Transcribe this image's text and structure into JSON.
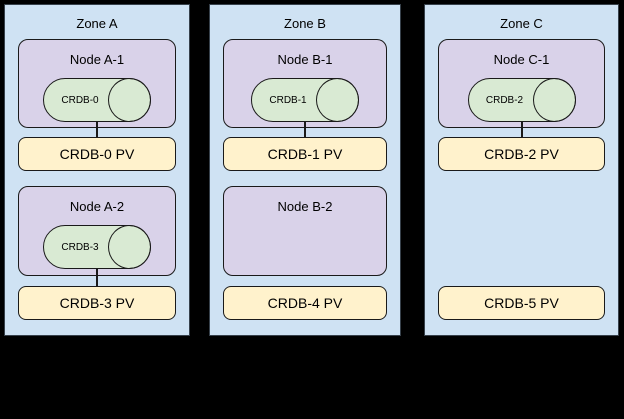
{
  "diagram": {
    "background_color": "#000000",
    "zone_fill": "#cfe2f3",
    "node_fill": "#d9d2e9",
    "pod_fill": "#d9ead3",
    "pv_fill": "#fff2cc",
    "border_color": "#1a1a1a"
  },
  "zones": [
    {
      "title": "Zone A",
      "nodes": [
        {
          "title": "Node A-1",
          "pod": "CRDB-0"
        },
        {
          "title": "Node A-2",
          "pod": "CRDB-3"
        }
      ],
      "pvs": [
        {
          "label": "CRDB-0 PV"
        },
        {
          "label": "CRDB-3 PV"
        }
      ]
    },
    {
      "title": "Zone B",
      "nodes": [
        {
          "title": "Node B-1",
          "pod": "CRDB-1"
        },
        {
          "title": "Node B-2"
        }
      ],
      "pvs": [
        {
          "label": "CRDB-1 PV"
        },
        {
          "label": "CRDB-4 PV"
        }
      ]
    },
    {
      "title": "Zone C",
      "nodes": [
        {
          "title": "Node C-1",
          "pod": "CRDB-2"
        }
      ],
      "pvs": [
        {
          "label": "CRDB-2 PV"
        },
        {
          "label": "CRDB-5 PV"
        }
      ]
    }
  ],
  "links": [
    {
      "from": "CRDB-0",
      "to": "CRDB-0 PV"
    },
    {
      "from": "CRDB-3",
      "to": "CRDB-3 PV"
    },
    {
      "from": "CRDB-1",
      "to": "CRDB-1 PV"
    },
    {
      "from": "CRDB-2",
      "to": "CRDB-2 PV"
    }
  ]
}
